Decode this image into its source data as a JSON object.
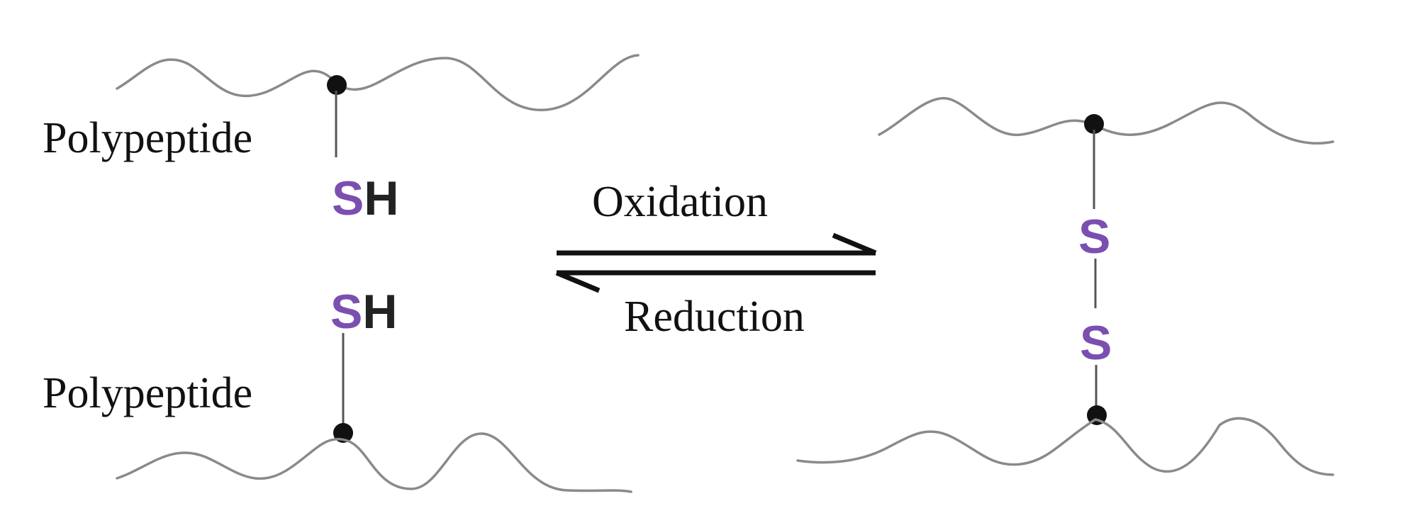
{
  "labels": {
    "polypeptide_top": "Polypeptide",
    "polypeptide_bottom": "Polypeptide",
    "oxidation": "Oxidation",
    "reduction": "Reduction"
  },
  "thiol_top": {
    "sulfur": "S",
    "hydrogen": "H"
  },
  "thiol_bottom": {
    "sulfur": "S",
    "hydrogen": "H"
  },
  "disulfide": {
    "sulfur_top": "S",
    "sulfur_bottom": "S"
  },
  "colors": {
    "sulfur": "#7b4fb0",
    "hydrogen": "#222222",
    "chain": "#8a8a8a",
    "atom_dot": "#111111",
    "text": "#111111"
  }
}
